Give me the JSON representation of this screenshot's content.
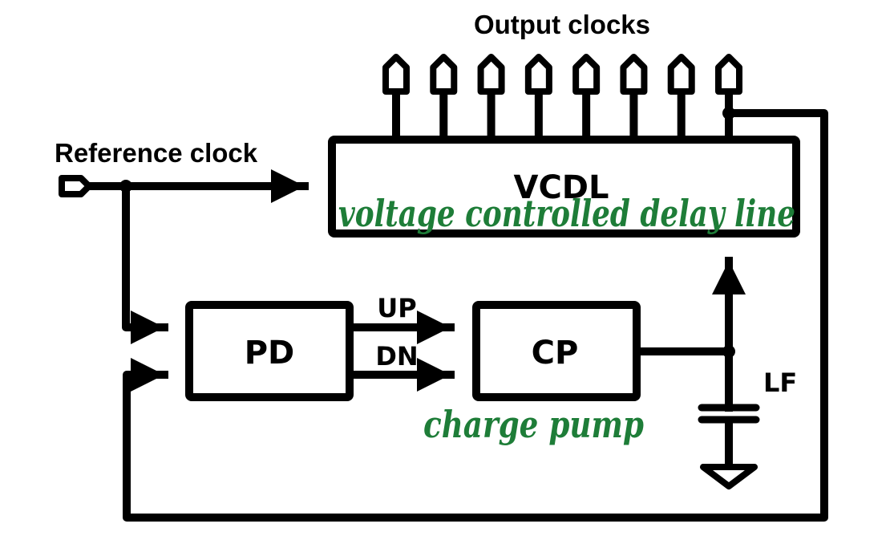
{
  "title": "DLL block diagram",
  "labels": {
    "output_clocks": "Output clocks",
    "reference_clock": "Reference clock",
    "up": "UP",
    "dn": "DN",
    "lf": "LF"
  },
  "blocks": {
    "vcdl": {
      "label": "VCDL",
      "annotation": "voltage controlled delay line"
    },
    "pd": {
      "label": "PD"
    },
    "cp": {
      "label": "CP",
      "annotation": "charge pump"
    }
  },
  "output_clock_count": 8,
  "colors": {
    "line": "#000000",
    "annotation": "#1e7d38",
    "background": "#ffffff"
  }
}
